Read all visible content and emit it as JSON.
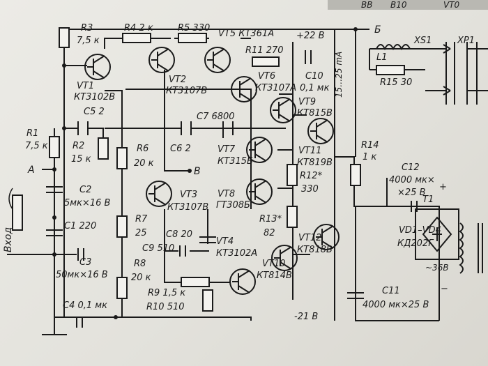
{
  "header": {
    "tag1": "ВВ",
    "tag2": "В10",
    "tag3": "VT0"
  },
  "nodes": {
    "b": "Б",
    "a": "А",
    "v": "В",
    "input": "Вход"
  },
  "supply": {
    "pos": "+22 В",
    "neg": "-21 В",
    "current": "15…25 mA"
  },
  "resistors": {
    "r1": "R1",
    "r1v": "7,5 к",
    "r2": "R2",
    "r2v": "15 к",
    "r3": "R3",
    "r3v": "7,5 к",
    "r4": "R4 2 к",
    "r5": "R5 330",
    "r6": "R6",
    "r6v": "20 к",
    "r7": "R7",
    "r7v": "25",
    "r8": "R8",
    "r8v": "20 к",
    "r9": "R9 1,5 к",
    "r10": "R10 510",
    "r11": "R11 270",
    "r12": "R12*",
    "r12v": "330",
    "r13": "R13*",
    "r13v": "82",
    "r14": "R14",
    "r14v": "1 к",
    "r15": "R15 30"
  },
  "capacitors": {
    "c1": "C1 220",
    "c2": "C2",
    "c2v": "5мк×16 В",
    "c3": "C3",
    "c3v": "50мк×16 В",
    "c4": "C4 0,1 мк",
    "c5": "C5 2",
    "c6": "C6 2",
    "c7": "C7 6800",
    "c8": "C8 20",
    "c9": "C9 510",
    "c10": "C10",
    "c10v": "0,1 мк",
    "c11": "C11",
    "c11v": "4000 мк×25 В",
    "c12": "C12",
    "c12v": "4000 мк×",
    "c12v2": "×25 В"
  },
  "transistors": {
    "vt1": "VT1",
    "vt1t": "КТ3102В",
    "vt2": "VT2",
    "vt2t": "КТ3107В",
    "vt3": "VT3",
    "vt3t": "КТ3107В",
    "vt4": "VT4",
    "vt4t": "КТ3102А",
    "vt5": "VT5 КТ361А",
    "vt6": "VT6",
    "vt6t": "КТ3107А",
    "vt7": "VT7",
    "vt7t": "КТ315Б",
    "vt8": "VT8",
    "vt8t": "ГТ308Б",
    "vt9": "VT9",
    "vt9t": "КТ815В",
    "vt10": "VT10",
    "vt10t": "КТ814В",
    "vt11": "VT11",
    "vt11t": "КТ819В",
    "vt12": "VT12",
    "vt12t": "КТ818В"
  },
  "others": {
    "l1": "L1",
    "xs1": "XS1",
    "xp1": "XP1",
    "t1": "T1",
    "vd": "VD1–VD4",
    "vdt": "КД202Г",
    "ac": "~36В",
    "plus": "+",
    "minus": "−"
  }
}
